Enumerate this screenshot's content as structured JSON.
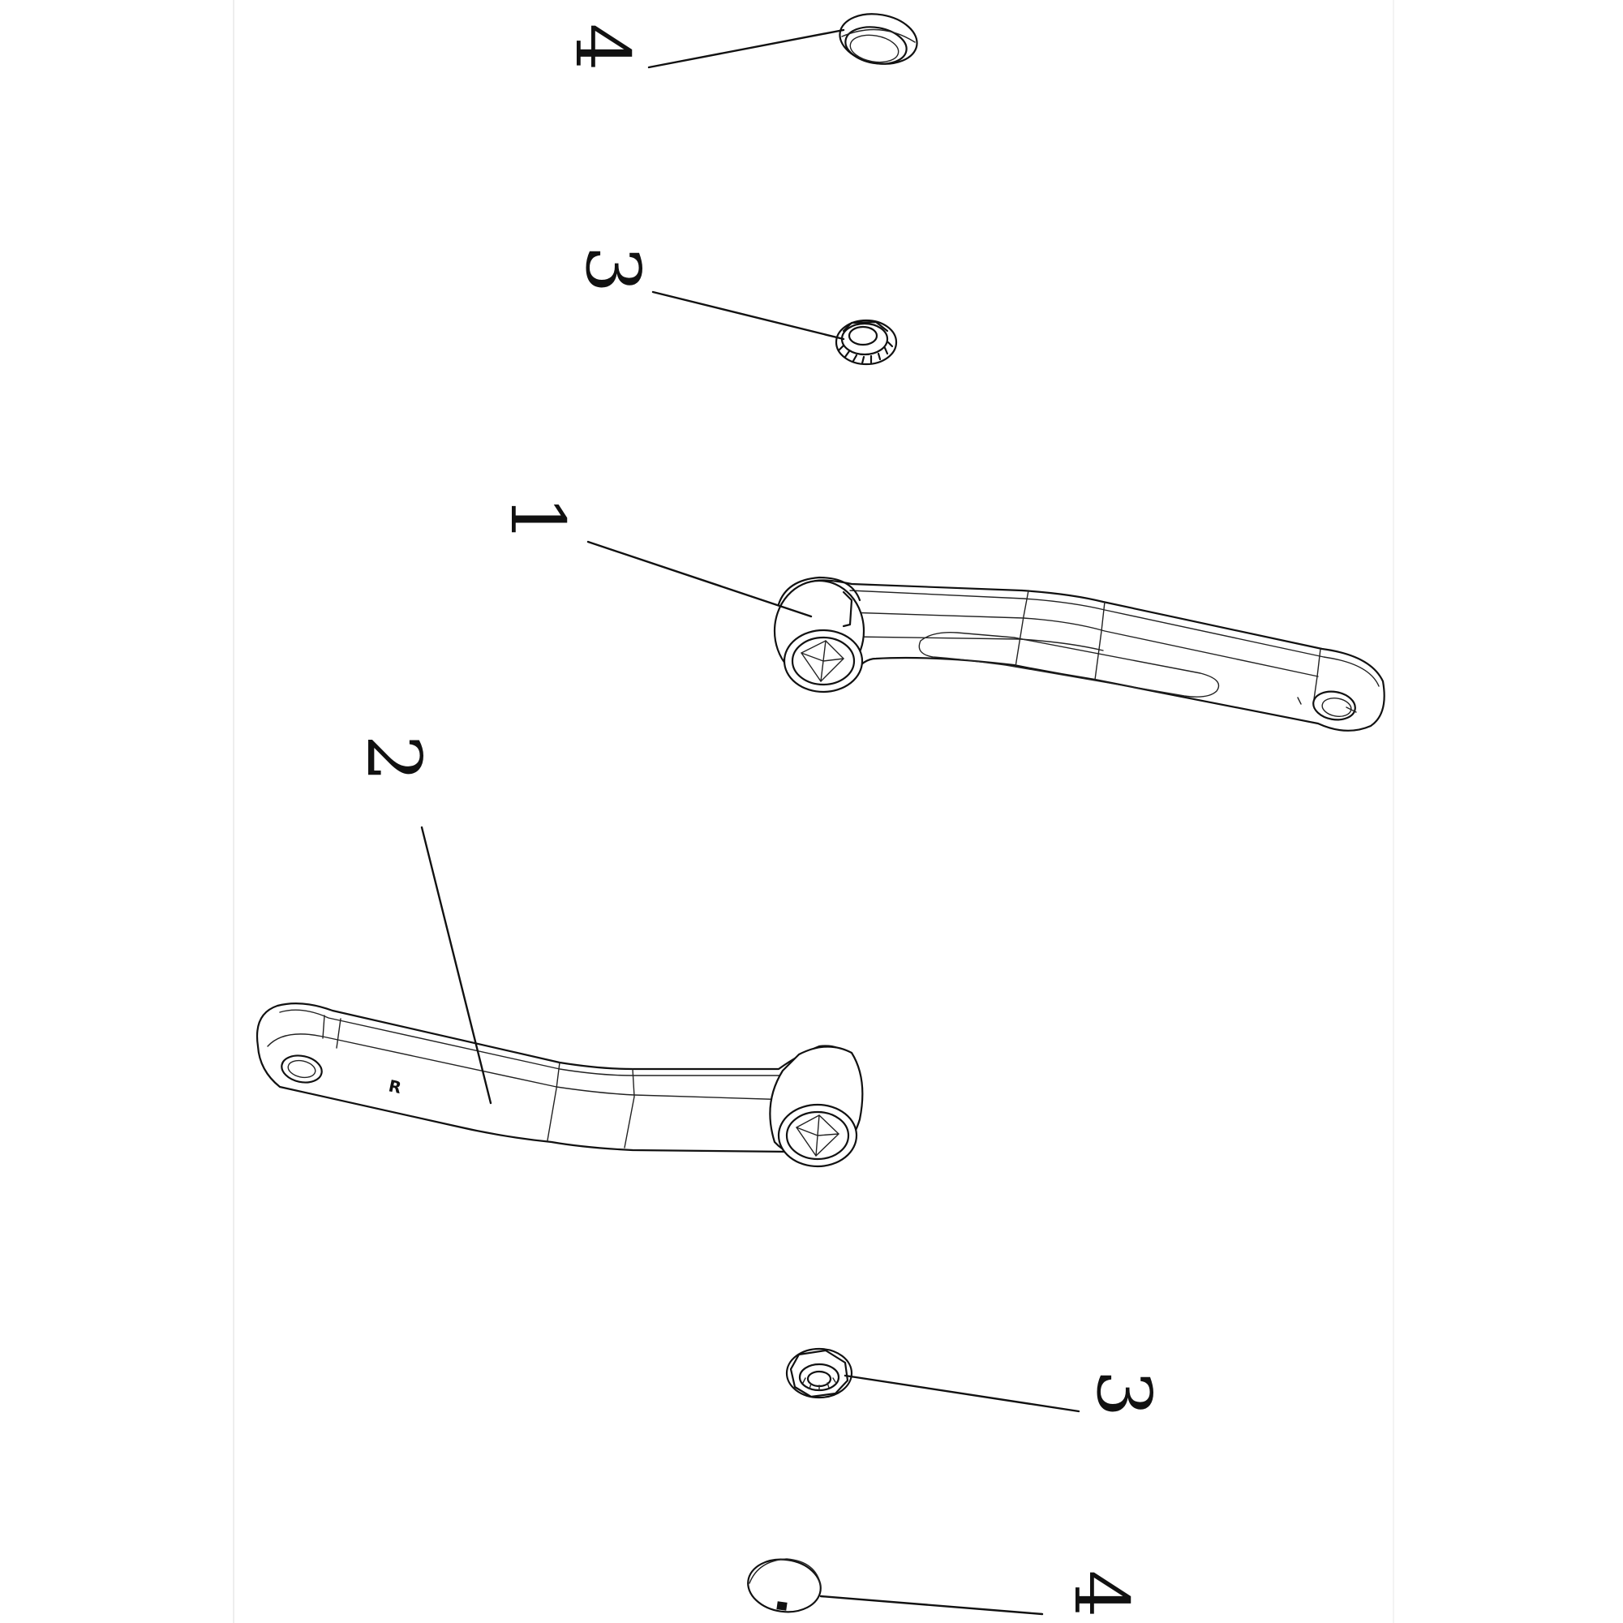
{
  "callouts": {
    "c1": "1",
    "c2": "2",
    "c3_top": "3",
    "c3_bottom": "3",
    "c4_top": "4",
    "c4_bottom": "4"
  },
  "parts": {
    "crank_arm_2_mark": "R"
  },
  "colors": {
    "line": "#111111",
    "background": "#ffffff"
  }
}
